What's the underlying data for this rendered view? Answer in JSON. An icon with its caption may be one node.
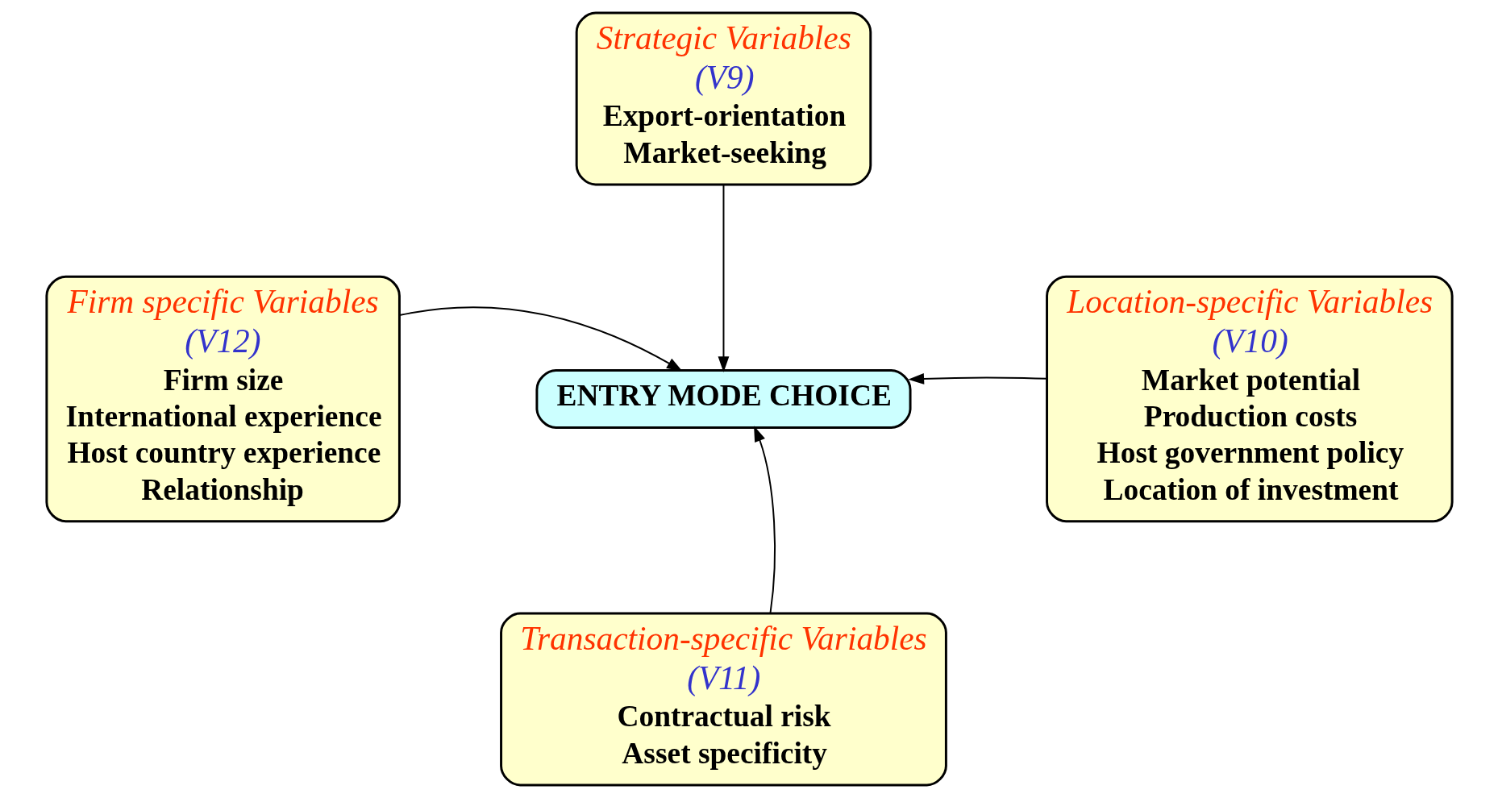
{
  "diagram": {
    "nodes": [
      {
        "text": [
          "Strategic Variables (V9)",
          "Export-orientation",
          "Market-seeking"
        ]
      },
      {
        "text": [
          "Firm specific Variables (V12)",
          "Firm size",
          "International experience",
          "Host country experience",
          "Relationship"
        ]
      },
      {
        "text": [
          "ENTRY MODE CHOICE"
        ]
      },
      {
        "text": [
          "Location-specific Variables (V10)",
          "Market potential",
          "Production costs",
          "Host government policy",
          "Location of investment"
        ]
      },
      {
        "text": [
          "Transaction-specific Variables (V11)",
          "Contractual risk",
          "Asset specificity"
        ]
      }
    ],
    "edges": [
      {
        "from": 0,
        "to": 2,
        "arrow": "to"
      },
      {
        "from": 1,
        "to": 2,
        "arrow": "to"
      },
      {
        "from": 3,
        "to": 2,
        "arrow": "to"
      },
      {
        "from": 4,
        "to": 2,
        "arrow": "to"
      }
    ]
  }
}
